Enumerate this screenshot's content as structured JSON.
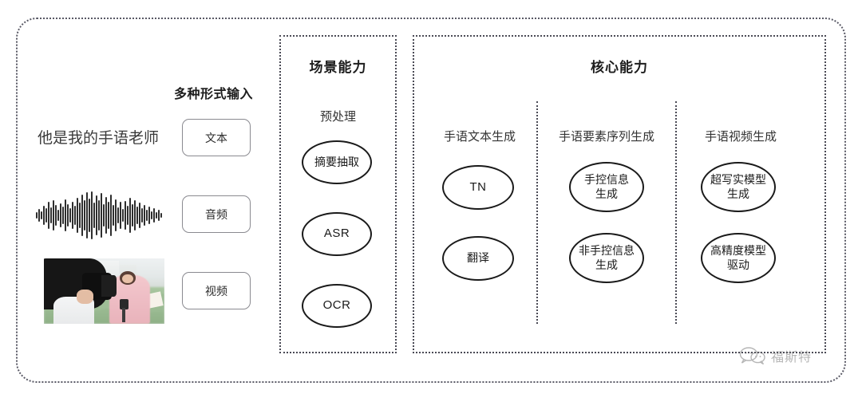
{
  "diagram": {
    "title_left_section": "多种形式输入",
    "sample_sentence": "他是我的手语老师",
    "input_types": [
      {
        "label": "文本",
        "media": "text"
      },
      {
        "label": "音频",
        "media": "audio-waveform"
      },
      {
        "label": "视频",
        "media": "video-thumbnail"
      }
    ],
    "scene_panel": {
      "title": "场景能力",
      "group_label": "预处理",
      "nodes": [
        "摘要抽取",
        "ASR",
        "OCR"
      ]
    },
    "core_panel": {
      "title": "核心能力",
      "columns": [
        {
          "label": "手语文本生成",
          "nodes": [
            "TN",
            "翻译"
          ]
        },
        {
          "label": "手语要素序列生成",
          "nodes": [
            "手控信息\n生成",
            "非手控信息\n生成"
          ]
        },
        {
          "label": "手语视频生成",
          "nodes": [
            "超写实模型\n生成",
            "高精度模型\n驱动"
          ]
        }
      ]
    },
    "watermark": {
      "text": "福斯特",
      "icon": "wechat-bubbles-icon"
    },
    "colors": {
      "frame": "#5a5a66",
      "panel_border": "#4a4a55",
      "node_border": "#1a1a1a",
      "text": "#2b2b2b",
      "box_border": "#8a8a90",
      "watermark": "#6f6f6f"
    }
  }
}
